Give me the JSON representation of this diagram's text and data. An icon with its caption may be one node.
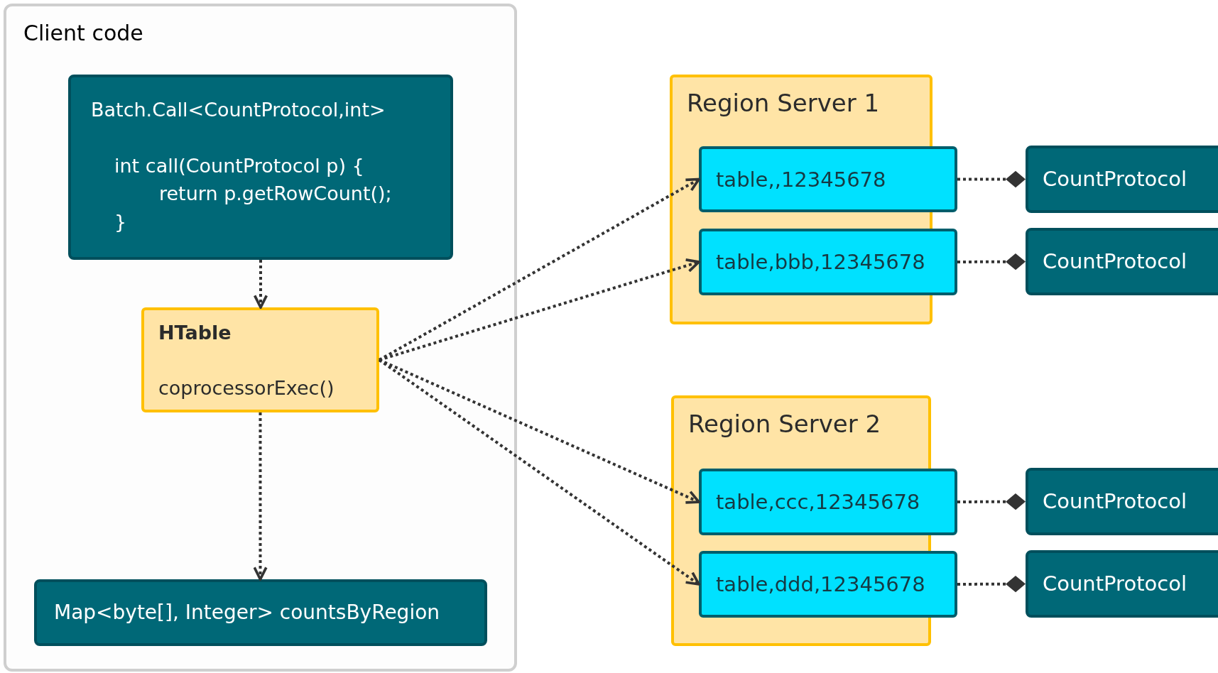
{
  "diagram": {
    "nodes": [
      {
        "text": [
          "Client code"
        ]
      },
      {
        "text": [
          "Batch.Call<CountProtocol,int>",
          "int call(CountProtocol p) {",
          "return p.getRowCount();",
          "}"
        ],
        "in": 0
      },
      {
        "text": [
          "HTable",
          "coprocessorExec()"
        ],
        "in": 0
      },
      {
        "text": [
          "Map<byte[], Integer> countsByRegion"
        ],
        "in": 0
      },
      {
        "text": [
          "Region Server 1"
        ]
      },
      {
        "text": [
          "table,,12345678"
        ],
        "in": 4
      },
      {
        "text": [
          "CountProtocol"
        ]
      },
      {
        "text": [
          "table,bbb,12345678"
        ],
        "in": 4
      },
      {
        "text": [
          "CountProtocol"
        ]
      },
      {
        "text": [
          "Region Server 2"
        ]
      },
      {
        "text": [
          "table,ccc,12345678"
        ],
        "in": 9
      },
      {
        "text": [
          "CountProtocol"
        ]
      },
      {
        "text": [
          "table,ddd,12345678"
        ],
        "in": 9
      },
      {
        "text": [
          "CountProtocol"
        ]
      }
    ],
    "edges": [
      {
        "from": 1,
        "to": 2,
        "arrow": "to",
        "style": "dashed"
      },
      {
        "from": 2,
        "to": 3,
        "arrow": "to",
        "style": "dashed"
      },
      {
        "from": 2,
        "to": 5,
        "arrow": "to",
        "style": "dashed"
      },
      {
        "from": 2,
        "to": 7,
        "arrow": "to",
        "style": "dashed"
      },
      {
        "from": 2,
        "to": 10,
        "arrow": "to",
        "style": "dashed"
      },
      {
        "from": 2,
        "to": 12,
        "arrow": "to",
        "style": "dashed"
      },
      {
        "from": 5,
        "to": 6,
        "arrow": "other",
        "style": "dashed"
      },
      {
        "from": 7,
        "to": 8,
        "arrow": "other",
        "style": "dashed"
      },
      {
        "from": 10,
        "to": 11,
        "arrow": "other",
        "style": "dashed"
      },
      {
        "from": 12,
        "to": 13,
        "arrow": "other",
        "style": "dashed"
      }
    ]
  }
}
